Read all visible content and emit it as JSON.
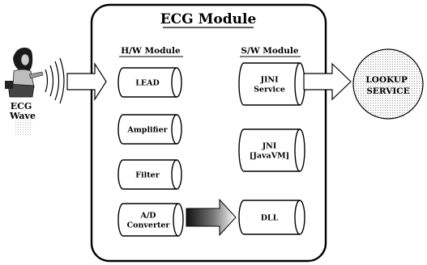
{
  "title": "ECG Module",
  "hw_heading": "H/W Module",
  "sw_heading": "S/W Module",
  "hw_components": [
    {
      "label_lines": [
        "LEAD"
      ]
    },
    {
      "label_lines": [
        "Amplifier"
      ]
    },
    {
      "label_lines": [
        "Filter"
      ]
    },
    {
      "label_lines": [
        "A/D",
        "Converter"
      ]
    }
  ],
  "sw_components": [
    {
      "label_lines": [
        "JINI",
        "Service"
      ]
    },
    {
      "label_lines": [
        "JNI",
        "[JavaVM]"
      ]
    },
    {
      "label_lines": [
        "DLL"
      ]
    }
  ],
  "source": {
    "label_lines": [
      "ECG",
      "Wave"
    ],
    "icon": "person-with-ecg-signal-icon"
  },
  "lookup": {
    "label_lines": [
      "LOOKUP",
      "SERVICE"
    ]
  },
  "colors": {
    "stroke": "#000000",
    "background": "#ffffff",
    "gradient_dark": "#1a1a1a"
  }
}
